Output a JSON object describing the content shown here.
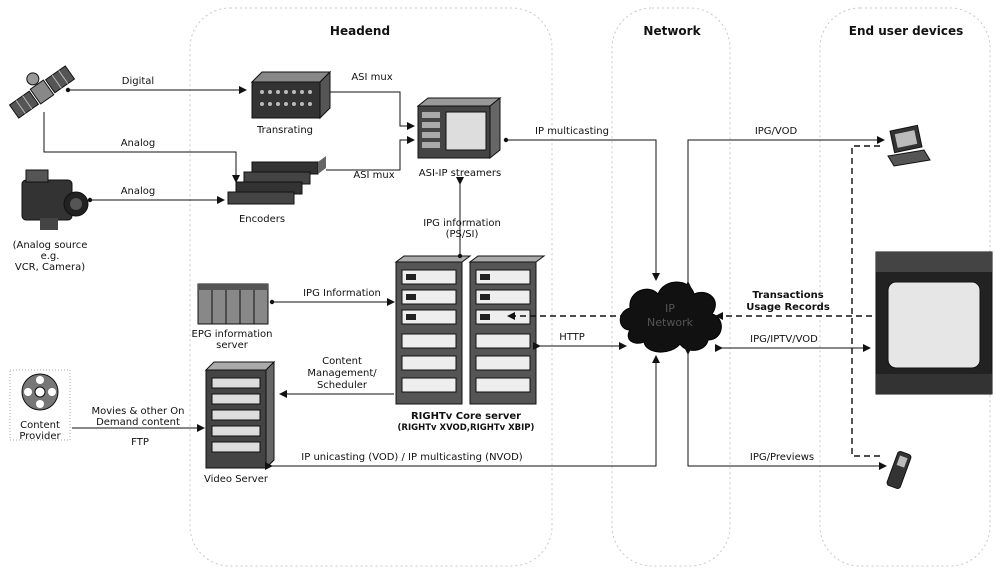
{
  "columns": {
    "headend": "Headend",
    "network": "Network",
    "end_user": "End user devices"
  },
  "labels": {
    "digital": "Digital",
    "analog_top": "Analog",
    "analog_bottom": "Analog",
    "transrating": "Transrating",
    "encoders": "Encoders",
    "asi_mux_top": "ASI mux",
    "asi_mux_bottom": "ASI mux",
    "asi_ip_streamers": "ASI-IP streamers",
    "ip_multicasting": "IP multicasting",
    "analog_source_1": "(Analog source",
    "analog_source_2": "e.g.",
    "analog_source_3": "VCR, Camera)",
    "ipg_info_top_1": "IPG information",
    "ipg_info_top_2": "(PS/SI)",
    "ipg_information": "IPG Information",
    "epg_server_1": "EPG information",
    "epg_server_2": "server",
    "http": "HTTP",
    "content_mgmt_1": "Content",
    "content_mgmt_2": "Management/",
    "content_mgmt_3": "Scheduler",
    "core_server_1": "RIGHTv Core server",
    "core_server_2": "(RIGHTv XVOD,RIGHTv XBIP)",
    "content_provider_1": "Content",
    "content_provider_2": "Provider",
    "movies_1": "Movies & other On",
    "movies_2": "Demand content",
    "ftp": "FTP",
    "video_server": "Video Server",
    "ip_unicasting": "IP unicasting (VOD) / IP multicasting (NVOD)",
    "ipg_vod": "IPG/VOD",
    "transactions_1": "Transactions",
    "transactions_2": "Usage Records",
    "ipg_iptv_vod": "IPG/IPTV/VOD",
    "ipg_previews": "IPG/Previews",
    "ip_network_1": "IP",
    "ip_network_2": "Network"
  },
  "icons": [
    "satellite-icon",
    "camcorder-icon",
    "film-reel-icon",
    "transrater-device",
    "encoder-stack",
    "asi-ip-streamer-device",
    "epg-server-rack",
    "core-server-rack",
    "video-server-tower",
    "ip-network-cloud",
    "pc-icon",
    "tv-icon",
    "mobile-phone-icon"
  ]
}
